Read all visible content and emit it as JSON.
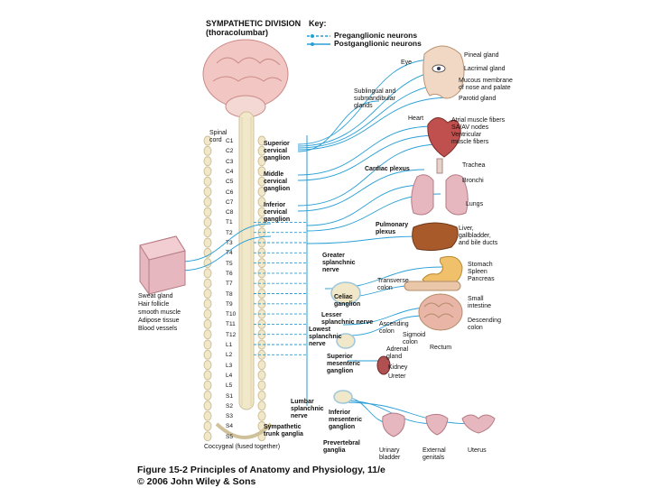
{
  "title": "SYMPATHETIC DIVISION\n(thoracolumbar)",
  "key": {
    "heading": "Key:",
    "pre": "Preganglionic neurons",
    "post": "Postganglionic neurons"
  },
  "spinal_label": "Spinal\ncord",
  "segments": [
    "C1",
    "C2",
    "C3",
    "C4",
    "C5",
    "C6",
    "C7",
    "C8",
    "T1",
    "T2",
    "T3",
    "T4",
    "T5",
    "T6",
    "T7",
    "T8",
    "T9",
    "T10",
    "T11",
    "T12",
    "L1",
    "L2",
    "L3",
    "L4",
    "L5",
    "S1",
    "S2",
    "S3",
    "S4",
    "S5"
  ],
  "ganglia": {
    "superior_cervical": "Superior\ncervical\nganglion",
    "middle_cervical": "Middle\ncervical\nganglion",
    "inferior_cervical": "Inferior\ncervical\nganglion",
    "greater_splanchnic": "Greater\nsplanchnic\nnerve",
    "celiac": "Celiac\nganglion",
    "lesser_splanchnic": "Lesser\nsplanchnic nerve",
    "lowest_splanchnic": "Lowest\nsplanchnic\nnerve",
    "superior_mesenteric": "Superior\nmesenteric\nganglion",
    "lumbar_splanchnic": "Lumbar\nsplanchnic\nnerve",
    "inferior_mesenteric": "Inferior\nmesenteric\nganglion",
    "sympathetic_trunk": "Sympathetic\ntrunk ganglia",
    "prevertebral": "Prevertebral\nganglia",
    "cardiac_plexus": "Cardiac plexus",
    "pulmonary_plexus": "Pulmonary\nplexus"
  },
  "coccygeal": "Coccygeal (fused together)",
  "skin_targets": "Sweat gland\nHair follicle\nsmooth muscle\nAdipose tissue\nBlood vessels",
  "organs": {
    "eye": "Eye",
    "pineal": "Pineal gland",
    "lacrimal": "Lacrimal gland",
    "mucous": "Mucous membrane\nof nose and palate",
    "parotid": "Parotid gland",
    "sublingual": "Sublingual and\nsubmandibular\nglands",
    "heart": "Heart",
    "heart_parts": "Atrial muscle fibers\nSA/AV nodes\nVentricular\nmuscle fibers",
    "trachea": "Trachea",
    "bronchi": "Bronchi",
    "lungs": "Lungs",
    "liver": "Liver,\ngallbladder,\nand bile ducts",
    "stomach": "Stomach\nSpleen\nPancreas",
    "transverse_colon": "Transverse\ncolon",
    "small_intestine": "Small\nintestine",
    "descending_colon": "Descending\ncolon",
    "ascending_colon": "Ascending\ncolon",
    "sigmoid_colon": "Sigmoid\ncolon",
    "rectum": "Rectum",
    "adrenal": "Adrenal\ngland",
    "kidney": "Kidney",
    "ureter": "Ureter",
    "bladder": "Urinary\nbladder",
    "genitals": "External\ngenitals",
    "uterus": "Uterus"
  },
  "caption": {
    "line1": "Figure 15-2  Principles of Anatomy and Physiology, 11/e",
    "line2": "© 2006 John Wiley & Sons"
  },
  "colors": {
    "nerve": "#2a9fd6",
    "brain": "#f2c6c2",
    "spine": "#f1e7c9",
    "organ_pink": "#e7b7bf",
    "liver": "#a85a2a",
    "stomach": "#f0c16a"
  }
}
